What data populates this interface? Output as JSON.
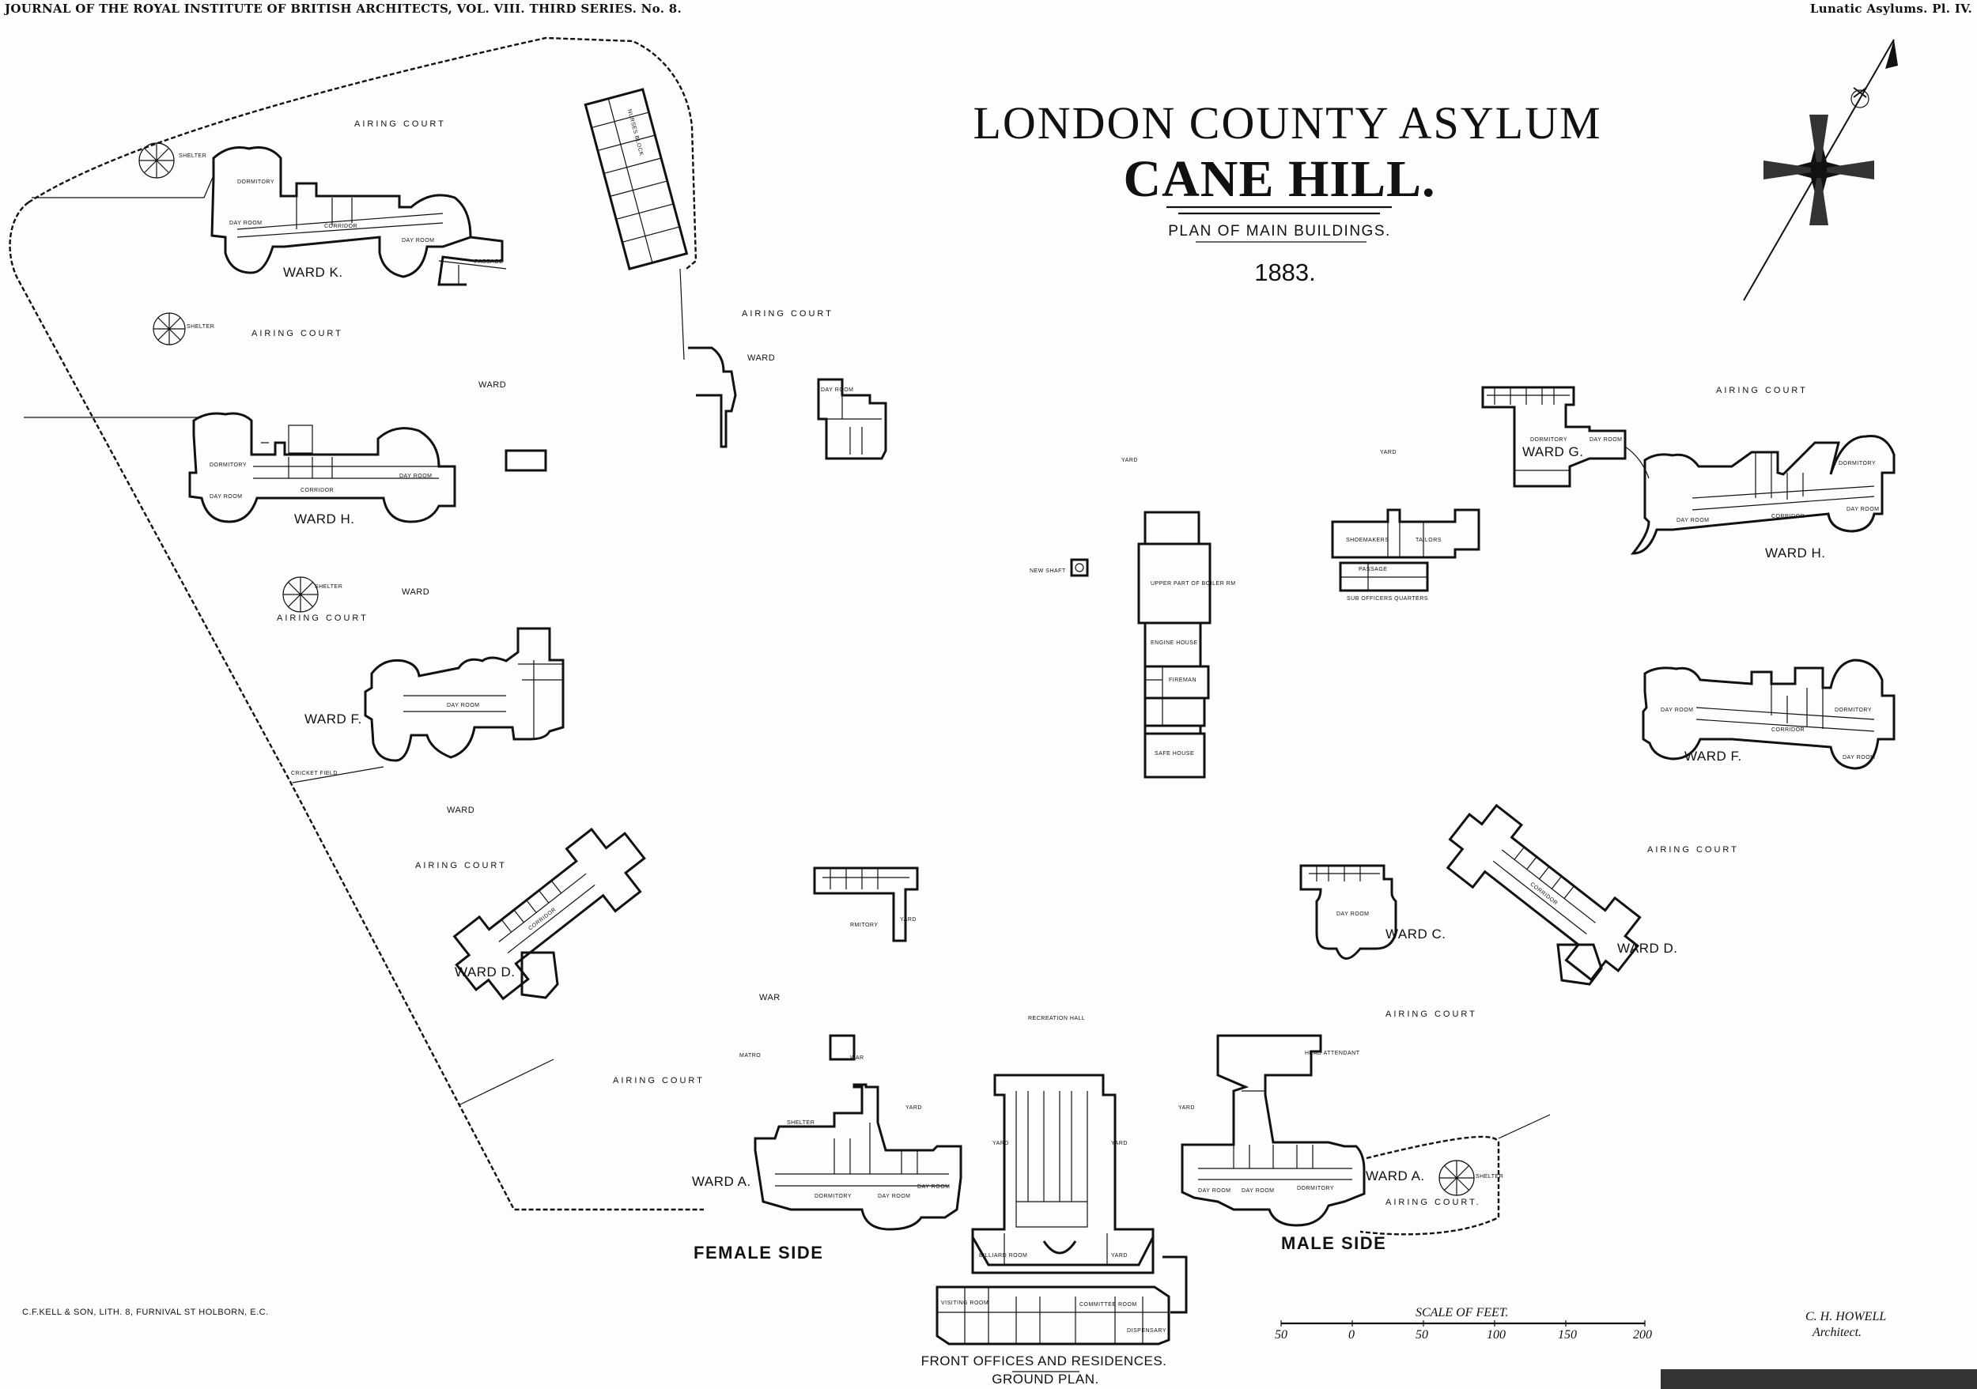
{
  "header": {
    "journal": "JOURNAL OF THE ROYAL INSTITUTE OF BRITISH ARCHITECTS, VOL. VIII. THIRD SERIES. No. 8.",
    "plate": "Lunatic Asylums.  Pl. IV."
  },
  "title": {
    "line1": "LONDON COUNTY ASYLUM",
    "line2": "CANE HILL.",
    "line3": "PLAN OF MAIN BUILDINGS.",
    "year": "1883."
  },
  "wards": {
    "k_left": "WARD K.",
    "h_left": "WARD H.",
    "f_left": "WARD F.",
    "d_left": "WARD D.",
    "a_left": "WARD A.",
    "g_right": "WARD G.",
    "h_right": "WARD H.",
    "f_right": "WARD F.",
    "d_right": "WARD D.",
    "c_right": "WARD C.",
    "a_right": "WARD A."
  },
  "sides": {
    "female": "FEMALE SIDE",
    "male": "MALE SIDE"
  },
  "courts": {
    "court_1": "AIRING COURT",
    "court_2": "AIRING COURT",
    "court_3": "AIRING COURT",
    "court_4": "AIRING COURT",
    "court_5": "AIRING COURT",
    "court_6": "AIRING COURT",
    "court_7": "AIRING COURT",
    "court_8": "AIRING COURT",
    "court_9": "AIRING COURT",
    "court_10": "AIRING COURT.",
    "yard_1": "YARD",
    "yard_2": "YARD",
    "yard_3": "YARD",
    "yard_4": "YARD",
    "yard_5": "YARD",
    "ward_frag_1": "WARD",
    "ward_frag_2": "WARD",
    "ward_frag_3": "WARD",
    "ward_frag_4": "WARD",
    "ward_frag_5": "WAR",
    "ward_frag_6": "WAR"
  },
  "rooms": {
    "shelter": "SHELTER",
    "dormitory": "DORMITORY",
    "day_room": "DAY ROOM",
    "corridor": "CORRIDOR",
    "passage": "PASSAGE",
    "nurses_block": "NURSES BLOCK",
    "new_shaft": "NEW SHAFT",
    "upper_part": "UPPER PART OF BOILER RM",
    "engine_house": "ENGINE HOUSE",
    "fireman": "FIREMAN",
    "safe_house": "SAFE HOUSE",
    "shoemakers": "SHOEMAKERS",
    "tailors": "TAILORS",
    "sub_officers": "SUB OFFICERS QUARTERS",
    "recreation_hall": "RECREATION HALL",
    "head_attendant": "HEAD ATTENDANT",
    "matron": "MATRO",
    "billiard_room": "BILLIARD ROOM",
    "visiting_room": "VISITING ROOM",
    "committee_room": "COMMITTEE ROOM",
    "dispensary": "DISPENSARY",
    "cricket_field": "CRICKET FIELD",
    "dormitory_frag": "RMITORY",
    "front_offices": "FRONT OFFICES AND RESIDENCES.",
    "ground_plan": "GROUND PLAN."
  },
  "footer": {
    "printer": "C.F.KELL & SON, LITH. 8, FURNIVAL ST HOLBORN, E.C.",
    "scale_title": "SCALE OF FEET.",
    "scale_ticks": [
      "50",
      "0",
      "50",
      "100",
      "150",
      "200"
    ],
    "architect_name": "C. H. HOWELL",
    "architect_role": "Architect."
  }
}
